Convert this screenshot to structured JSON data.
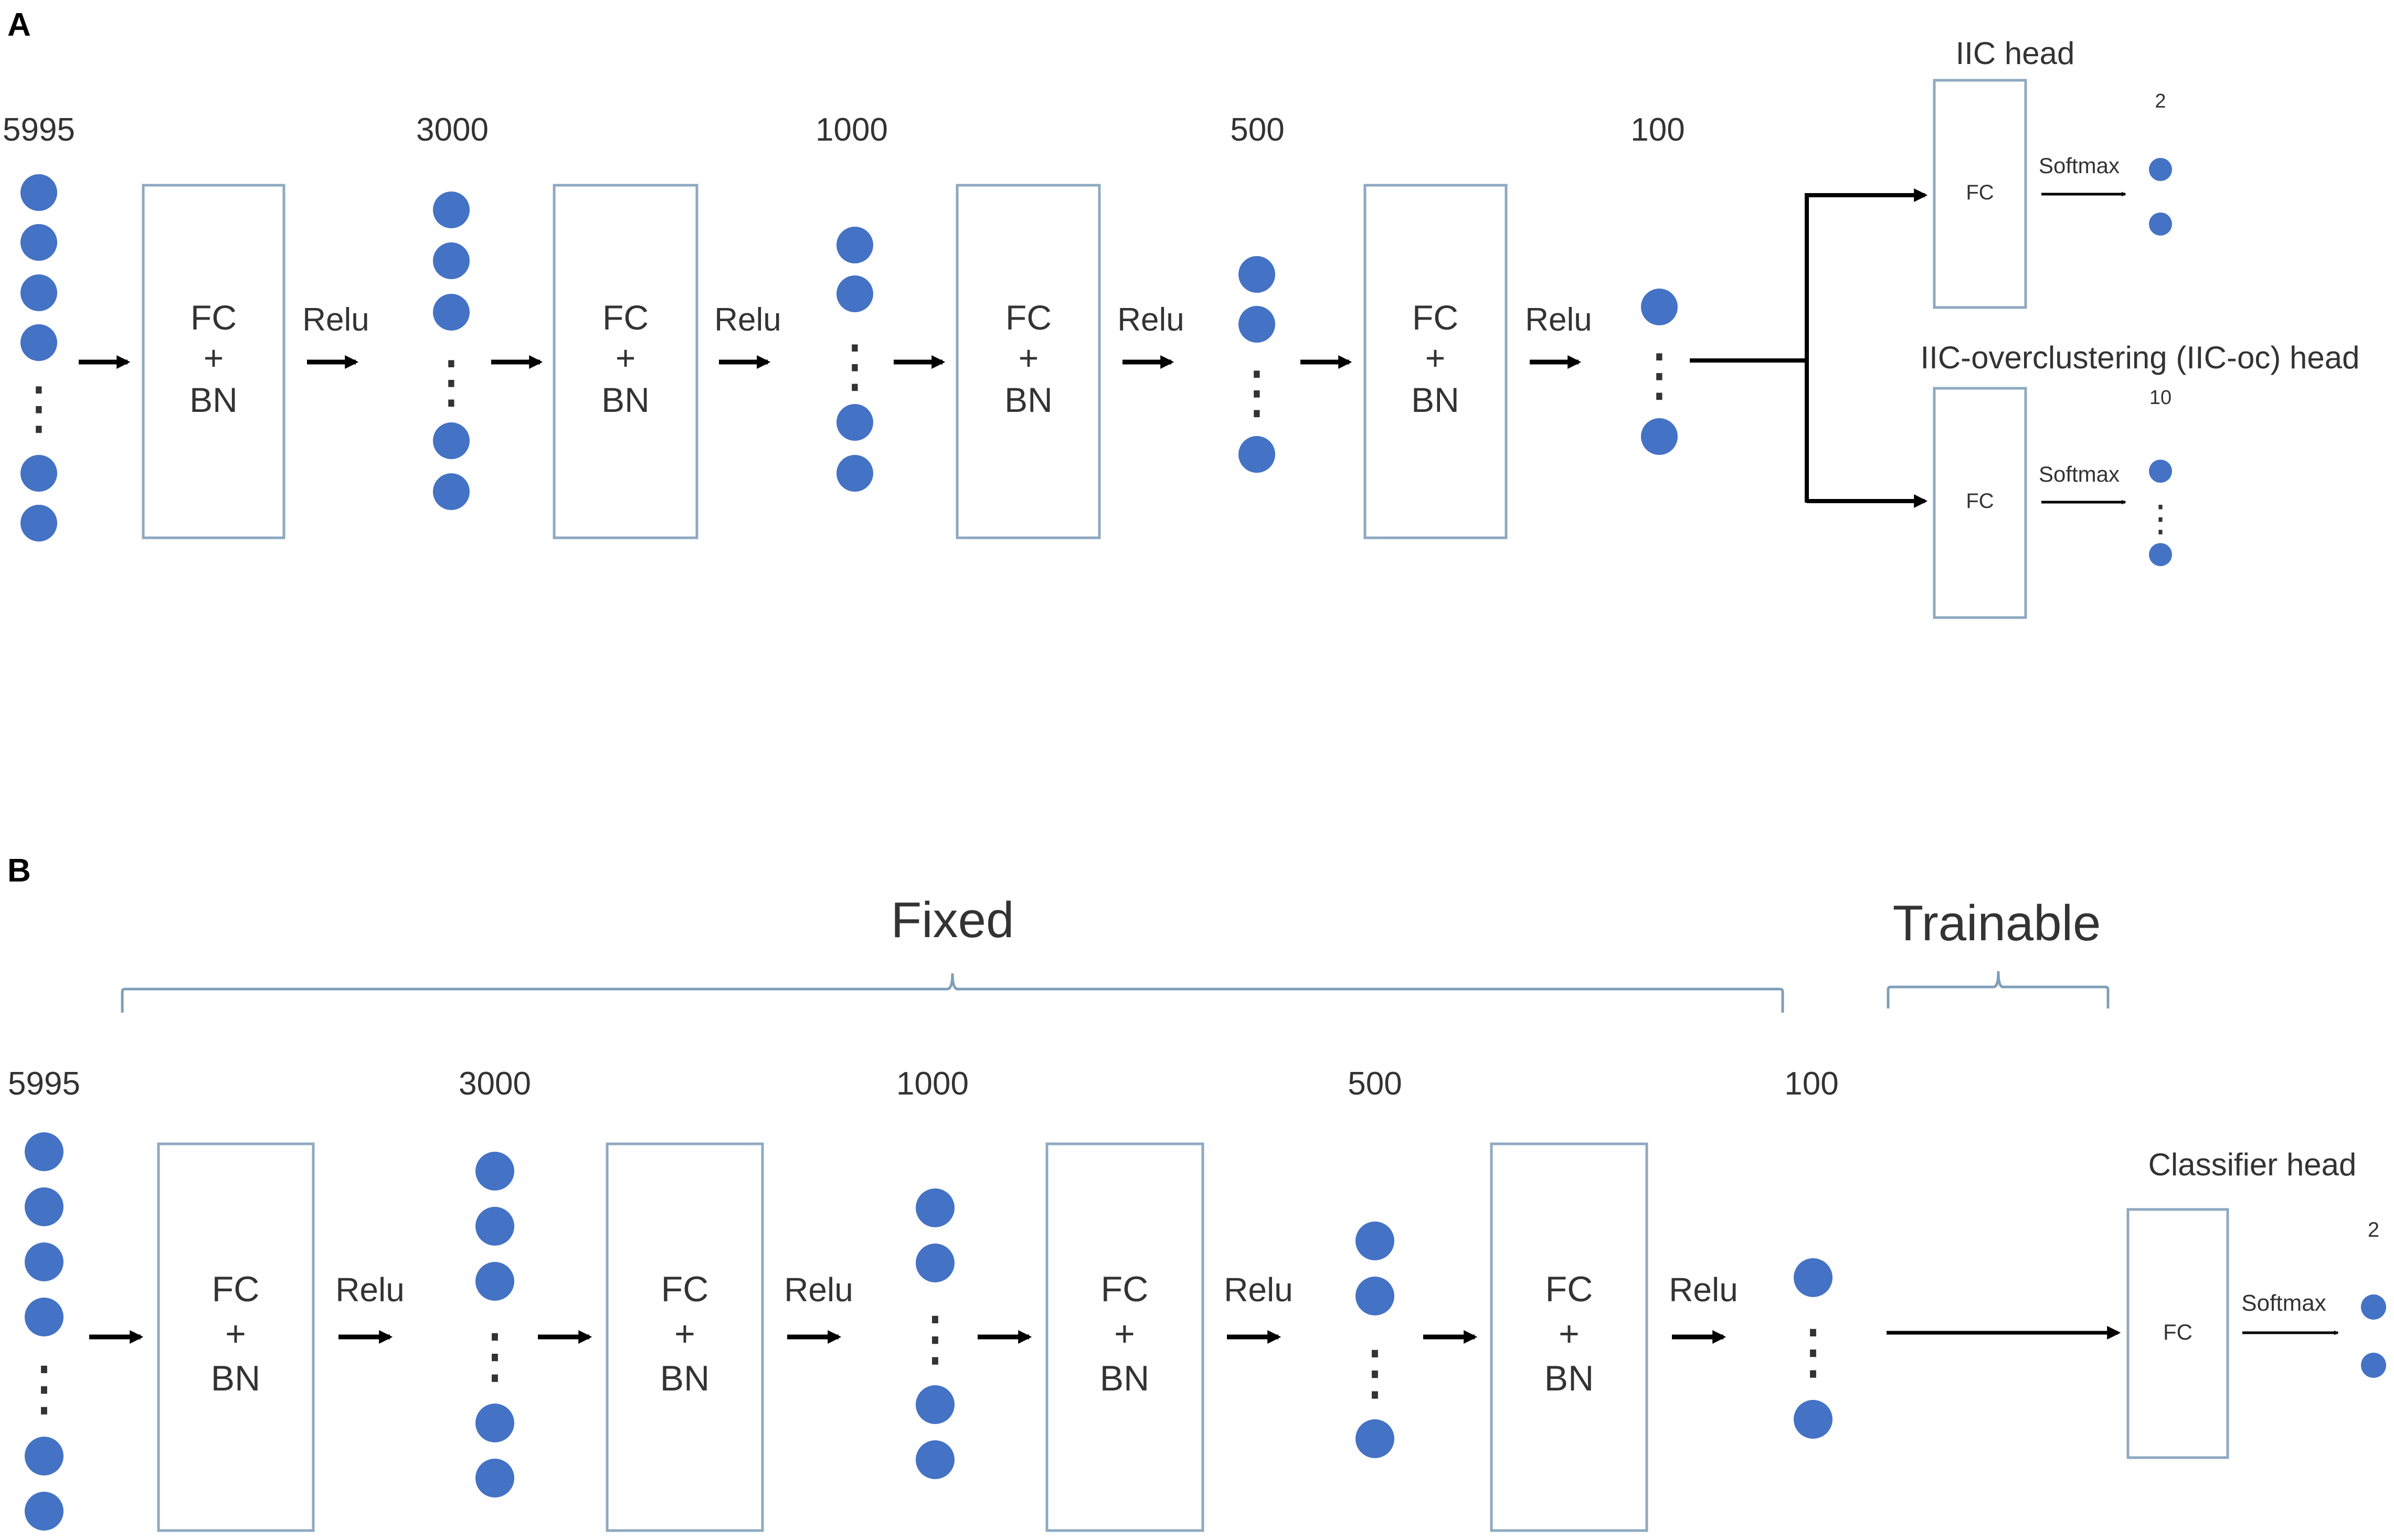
{
  "colors": {
    "node": "#4472C4",
    "box_stroke": "#8EA9C1",
    "arrow": "#000000",
    "text": "#333333",
    "brace": "#7F9FB8"
  },
  "panel_a": {
    "letter": "A",
    "layer_sizes": [
      "5995",
      "3000",
      "1000",
      "500",
      "100"
    ],
    "block_top": "FC",
    "block_plus": "+",
    "block_bottom": "BN",
    "activation": "Relu",
    "ellipsis": "⋮",
    "iic_head": {
      "title": "IIC head",
      "block": "FC",
      "activation": "Softmax",
      "output_size": "2"
    },
    "iic_oc_head": {
      "title": "IIC-overclustering (IIC-oc) head",
      "block": "FC",
      "activation": "Softmax",
      "output_size": "10"
    }
  },
  "panel_b": {
    "letter": "B",
    "fixed_label": "Fixed",
    "trainable_label": "Trainable",
    "layer_sizes": [
      "5995",
      "3000",
      "1000",
      "500",
      "100"
    ],
    "block_top": "FC",
    "block_plus": "+",
    "block_bottom": "BN",
    "activation": "Relu",
    "ellipsis": "⋮",
    "classifier_head": {
      "title": "Classifier head",
      "block": "FC",
      "activation": "Softmax",
      "output_size": "2"
    }
  }
}
